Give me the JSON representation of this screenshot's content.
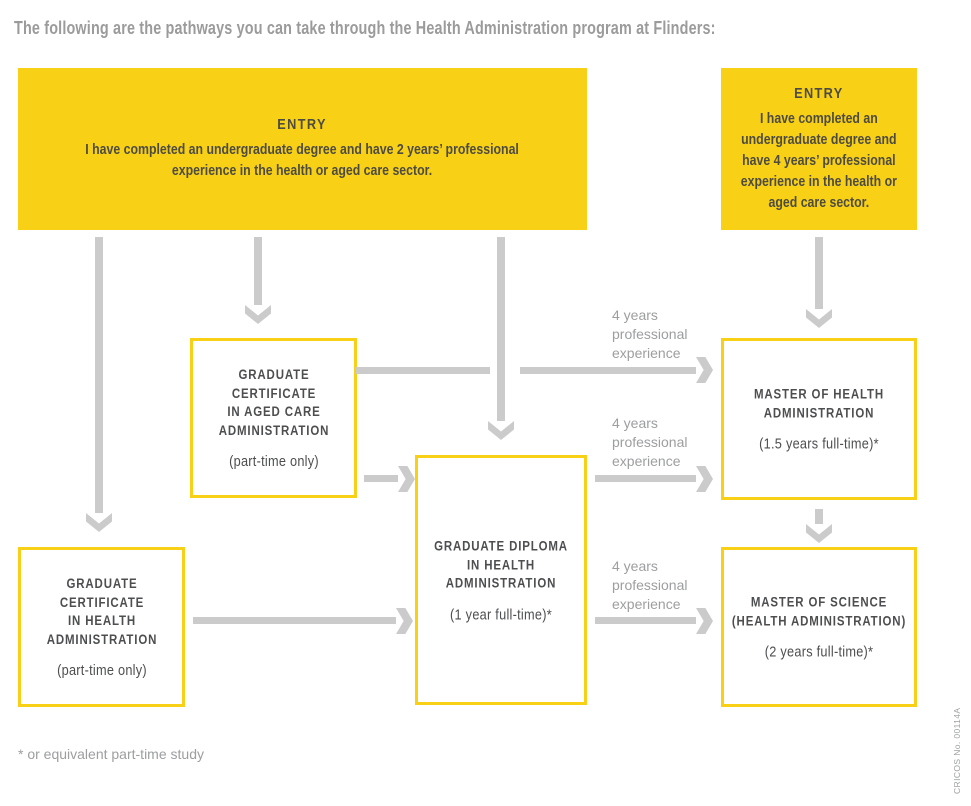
{
  "title": "The following are the pathways you can take through the Health Administration program at Flinders:",
  "colors": {
    "brand_yellow": "#F8D116",
    "arrow_gray": "#CBCBCB",
    "title_gray": "#9B9B9B",
    "label_gray": "#9C9EA0",
    "box_text_dark": "#4D4E50"
  },
  "entry_left": {
    "heading": "ENTRY",
    "body_lines": [
      "I have completed an undergraduate degree and have 2 years’ professional",
      "experience in the health or aged care sector."
    ]
  },
  "entry_right": {
    "heading": "ENTRY",
    "body_lines": [
      "I have completed an",
      "undergraduate degree and",
      "have 4 years’ professional",
      "experience in the health or",
      "aged care sector."
    ]
  },
  "boxes": {
    "aged_care_cert": {
      "lines": [
        "GRADUATE",
        "CERTIFICATE",
        "IN AGED CARE",
        "ADMINISTRATION"
      ],
      "note": "(part-time only)"
    },
    "health_cert": {
      "lines": [
        "GRADUATE",
        "CERTIFICATE",
        "IN HEALTH",
        "ADMINISTRATION"
      ],
      "note": "(part-time only)"
    },
    "grad_diploma": {
      "lines": [
        "GRADUATE DIPLOMA",
        "IN HEALTH",
        "ADMINISTRATION"
      ],
      "note": "(1 year full-time)*"
    },
    "master_health": {
      "lines": [
        "MASTER OF HEALTH",
        "ADMINISTRATION"
      ],
      "note": "(1.5 years full-time)*"
    },
    "master_science": {
      "lines": [
        "MASTER OF SCIENCE",
        "(HEALTH ADMINISTRATION)"
      ],
      "note": "(2 years full-time)*"
    }
  },
  "arrow_labels": [
    {
      "lines": [
        "4 years",
        "professional",
        "experience"
      ]
    },
    {
      "lines": [
        "4 years",
        "professional",
        "experience"
      ]
    },
    {
      "lines": [
        "4 years",
        "professional",
        "experience"
      ]
    }
  ],
  "footnote": "* or equivalent part-time study",
  "cricos": "CRICOS No. 00114A"
}
